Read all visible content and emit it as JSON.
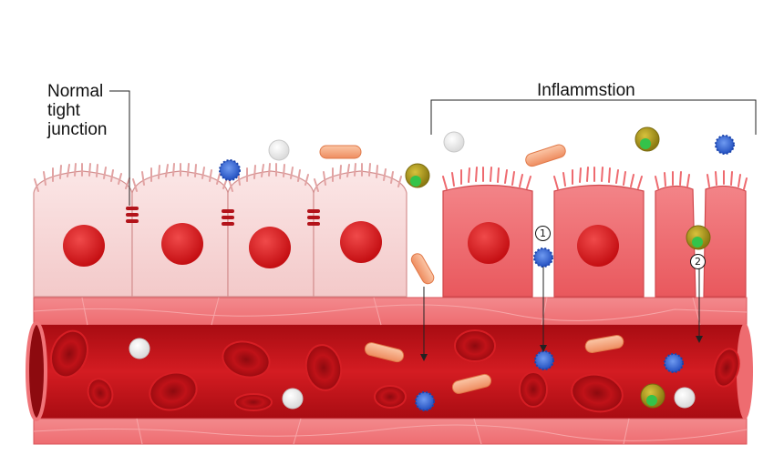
{
  "labels": {
    "normal_tight_junction": [
      "Normal",
      "tight",
      "junction"
    ],
    "inflammation": "Inflammstion",
    "marker_1": "1",
    "marker_2": "2"
  },
  "colors": {
    "healthy_cell": "#f9d6d6",
    "inflamed_cell": "#ef6a6e",
    "nucleus": "#d91a1a",
    "vessel_wall": "#f07478",
    "vessel_lumen": "#c7141b",
    "red_blood_cell": "#b30f16",
    "tight_junction": "#b3131a",
    "white_cell": "#ffffff",
    "bacterium": "#f6a47b",
    "virus": "#3f6fd8",
    "macrophage": "#b8a21d"
  }
}
